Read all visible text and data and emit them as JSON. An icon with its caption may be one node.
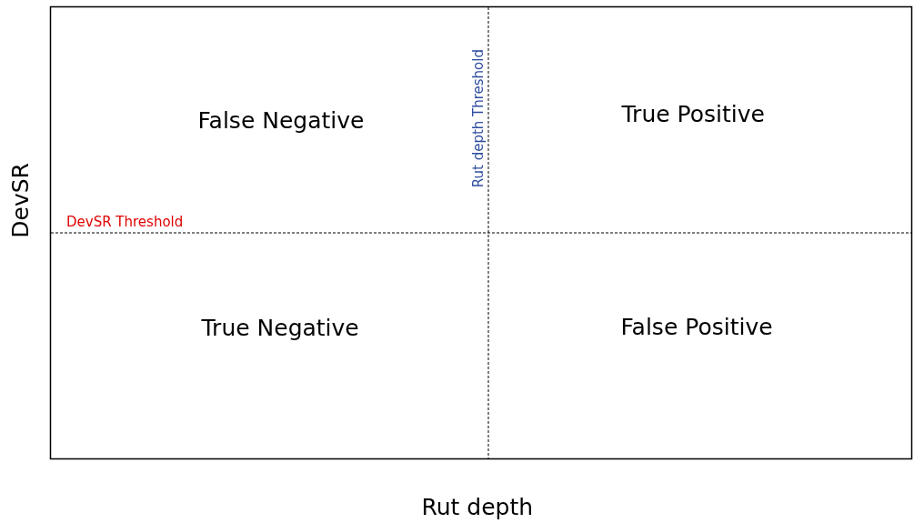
{
  "diagram": {
    "labels": [
      "Rut depth Threshold",
      "False Negative",
      "True Positive",
      "DevSR",
      "DevSR Threshold",
      "True Negative",
      "False Positive",
      "Rut depth"
    ]
  }
}
